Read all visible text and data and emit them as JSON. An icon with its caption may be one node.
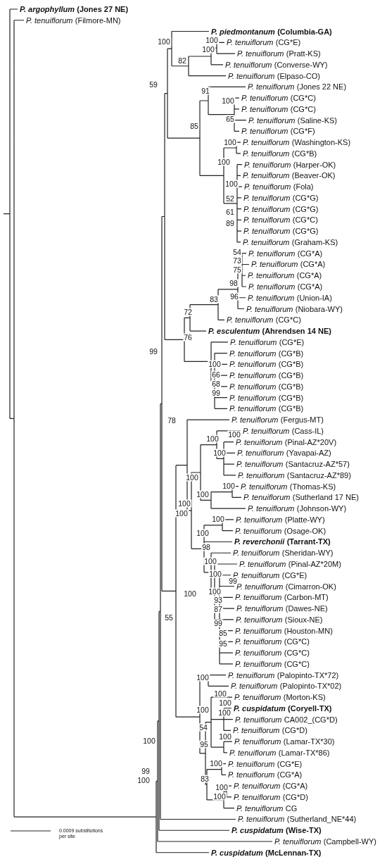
{
  "diagram": {
    "labels": [
      "P. argophyllum",
      "(Jones 27 NE)",
      "P. tenuiflorum",
      "(Filmore-MN)",
      "P. piedmontanum",
      "(Columbia-GA)",
      "P. tenuiflorum",
      "(CG*E)",
      "P. tenuiflorum",
      "(Pratt-KS)",
      "P. tenuiflorum",
      "(Converse-WY)",
      "P. tenuiflorum",
      "(Elpaso-CO)",
      "P. tenuiflorum",
      "(Jones 22 NE)",
      "P. tenuiflorum",
      "(CG*C)",
      "P. tenuiflorum",
      "(CG*C)",
      "P. tenuiflorum",
      "(Saline-KS)",
      "P. tenuiflorum",
      "(CG*F)",
      "P. tenuiflorum",
      "(Washington-KS)",
      "P. tenuiflorum",
      "(CG*B)",
      "P. tenuiflorum",
      "(Harper-OK)",
      "P. tenuiflorum",
      "(Beaver-OK)",
      "P. tenuiflorum",
      "(Fola)",
      "P. tenuiflorum",
      "(CG*G)",
      "P. tenuiflorum",
      "(CG*G)",
      "P. tenuiflorum",
      "(CG*C)",
      "P. tenuiflorum",
      "(CG*G)",
      "P. tenuiflorum",
      "(Graham-KS)",
      "P. tenuiflorum",
      "(CG*A)",
      "P. tenuiflorum",
      "(CG*A)",
      "P. tenuiflorum",
      "(CG*A)",
      "P. tenuiflorum",
      "(CG*A)",
      "P. tenuiflorum",
      "(Union-IA)",
      "P. tenuiflorum",
      "(Niobara-WY)",
      "P. tenuiflorum",
      "(CG*C)",
      "P. esculentum",
      "(Ahrendsen 14 NE)",
      "P. tenuiflorum",
      "(CG*E)",
      "P. tenuiflorum",
      "(CG*B)",
      "P. tenuiflorum",
      "(CG*B)",
      "P. tenuiflorum",
      "(CG*B)",
      "P. tenuiflorum",
      "(CG*B)",
      "P. tenuiflorum",
      "(CG*B)",
      "P. tenuiflorum",
      "(CG*B)",
      "P. tenuiflorum",
      "(Fergus-MT)",
      "P. tenuiflorum",
      "(Cass-IL)",
      "P. tenuiflorum",
      "(Pinal-AZ*20V)",
      "P. tenuiflorum",
      "(Yavapai-AZ)",
      "P. tenuiflorum",
      "(Santacruz-AZ*57)",
      "P. tenuiflorum",
      "(Santacruz-AZ*89)",
      "P. tenuiflorum",
      "(Thomas-KS)",
      "P. tenuiflorum",
      "(Sutherland 17 NE)",
      "P. tenuiflorum",
      "(Johnson-WY)",
      "P. tenuiflorum",
      "(Platte-WY)",
      "P. tenuiflorum",
      "(Osage-OK)",
      "P. reverchonii",
      "(Tarrant-TX)",
      "P. tenuiflorum",
      "(Sheridan-WY)",
      "P. tenuiflorum",
      "(Pinal-AZ*20M)",
      "P. tenuiflorum",
      "(CG*E)",
      "P. tenuiflorum",
      "(Cimarron-OK)",
      "P. tenuiflorum",
      "(Carbon-MT)",
      "P. tenuiflorum",
      "(Dawes-NE)",
      "P. tenuiflorum",
      "(Sioux-NE)",
      "P. tenuiflorum",
      "(Houston-MN)",
      "P. tenuiflorum",
      "(CG*C)",
      "P. tenuiflorum",
      "(CG*C)",
      "P. tenuiflorum",
      "(CG*C)",
      "P. tenuiflorum",
      "(Palopinto-TX*72)",
      "P. tenuiflorum",
      "(Palopinto-TX*02)",
      "P. tenuiflorum",
      "(Morton-KS)",
      "P. cuspidatum",
      "(Coryell-TX)",
      "P. tenuiflorum",
      "CA002_(CG*D)",
      "P. tenuiflorum",
      "(CG*D)",
      "P. tenuiflorum",
      "(Lamar-TX*30)",
      "P. tenuiflorum",
      "(Lamar-TX*86)",
      "P. tenuiflorum",
      "(CG*E)",
      "P. tenuiflorum",
      "(CG*A)",
      "P. tenuiflorum",
      "(CG*A)",
      "P. tenuiflorum",
      "(CG*D)",
      "P. tenuiflorum",
      "CG",
      "P. tenuiflorum",
      "(Sutherland_NE*44)",
      "P. cuspidatum",
      "(Wise-TX)",
      "P. tenuiflorum",
      "(Campbell-WY)",
      "P. cuspidatum",
      "(McLennan-TX)",
      "100",
      "100",
      "100",
      "82",
      "59",
      "91",
      "100",
      "65",
      "85",
      "100",
      "100",
      "100",
      "52",
      "61",
      "89",
      "54",
      "73",
      "75",
      "98",
      "96",
      "83",
      "72",
      "76",
      "99",
      "100",
      "66",
      "68",
      "99",
      "78",
      "100",
      "100",
      "100",
      "100",
      "100",
      "100",
      "100",
      "100",
      "100",
      "100",
      "98",
      "100",
      "100",
      "99",
      "100",
      "100",
      "93",
      "87",
      "55",
      "99",
      "85",
      "95",
      "100",
      "100",
      "100",
      "100",
      "100",
      "54",
      "100",
      "100",
      "95",
      "100",
      "99",
      "100",
      "83",
      "100",
      "100",
      "0.0009 substitutions per site"
    ]
  }
}
